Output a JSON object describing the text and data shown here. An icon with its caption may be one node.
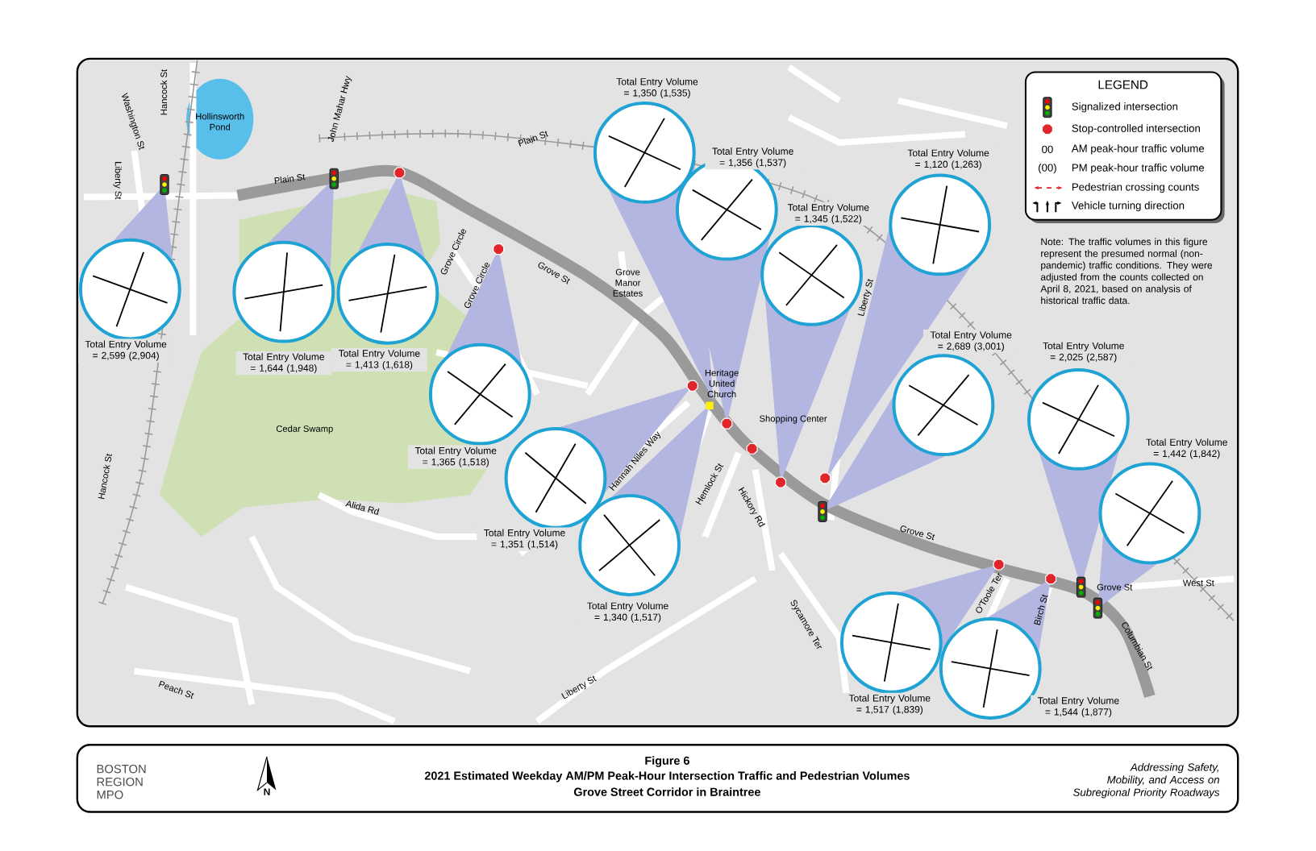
{
  "diagram": {
    "title": "2021 Estimated Weekday AM/PM Peak-Hour Intersection Traffic and Pedestrian Volumes",
    "nodes": [
      {
        "text": [],
        "shape": "circle",
        "beside": [
          "Total Entry Volume = 2,599 (2,904)"
        ]
      },
      {
        "text": [],
        "shape": "circle",
        "beside": [
          "Total Entry Volume = 1,644 (1,948)"
        ]
      },
      {
        "text": [],
        "shape": "circle",
        "beside": [
          "Total Entry Volume = 1,413 (1,618)"
        ]
      },
      {
        "text": [],
        "shape": "circle",
        "beside": [
          "Total Entry Volume = 1,365 (1,518)"
        ]
      },
      {
        "text": [],
        "shape": "circle",
        "beside": [
          "Total Entry Volume = 1,351 (1,514)"
        ]
      },
      {
        "text": [],
        "shape": "circle",
        "beside": [
          "Total Entry Volume = 1,340 (1,517)"
        ]
      },
      {
        "text": [],
        "shape": "circle",
        "beside": [
          "Total Entry Volume = 1,350 (1,535)"
        ]
      },
      {
        "text": [],
        "shape": "circle",
        "beside": [
          "Total Entry Volume = 1,356 (1,537)"
        ]
      },
      {
        "text": [],
        "shape": "circle",
        "beside": [
          "Total Entry Volume = 1,345 (1,522)"
        ]
      },
      {
        "text": [],
        "shape": "circle",
        "beside": [
          "Total Entry Volume = 1,120 (1,263)"
        ]
      },
      {
        "text": [],
        "shape": "circle",
        "beside": [
          "Total Entry Volume = 2,689 (3,001)"
        ]
      },
      {
        "text": [],
        "shape": "circle",
        "beside": [
          "Total Entry Volume = 2,025 (2,587)"
        ]
      },
      {
        "text": [],
        "shape": "circle",
        "beside": [
          "Total Entry Volume = 1,442 (1,842)"
        ]
      },
      {
        "text": [],
        "shape": "circle",
        "beside": [
          "Total Entry Volume = 1,517 (1,839)"
        ]
      },
      {
        "text": [],
        "shape": "circle",
        "beside": [
          "Total Entry Volume = 1,544 (1,877)"
        ]
      }
    ],
    "labels": [
      "LEGEND",
      "00",
      "(00)",
      "Note: The traffic volumes in this figure represent the presumed normal (non-pandemic) traffic conditions. They were adjusted from the counts collected on April 8, 2021, based on analysis of historical traffic data.",
      "Washington St",
      "Hancock St",
      "Liberty St",
      "Hollinsworth Pond",
      "John Mahar Hwy",
      "Plain St",
      "Plain St",
      "Grove Circle",
      "Grove Circle",
      "Grove St",
      "Grove Manor Estates",
      "Heritage United Church",
      "Shopping Center",
      "Liberty St",
      "Cedar Swamp",
      "Hancock St",
      "Alida Rd",
      "Hannah Niles Way",
      "Hemlock St",
      "Hickory Rd",
      "Grove St",
      "Sycamore Ter",
      "O'Toole Ter",
      "Birch St",
      "Grove St",
      "West St",
      "Columbian St",
      "Peach St",
      "Liberty St",
      "Figure 6",
      "Grove Street Corridor in Braintree",
      "BOSTON REGION MPO",
      "N",
      "Addressing Safety, Mobility, and Access on Subregional Priority Roadways"
    ],
    "legend": [
      {
        "text": "Signalized intersection"
      },
      {
        "text": "Stop-controlled intersection"
      },
      {
        "text": "AM peak-hour traffic volume"
      },
      {
        "text": "PM peak-hour traffic volume"
      },
      {
        "text": "Pedestrian crossing counts"
      },
      {
        "text": "Vehicle turning direction"
      }
    ]
  }
}
